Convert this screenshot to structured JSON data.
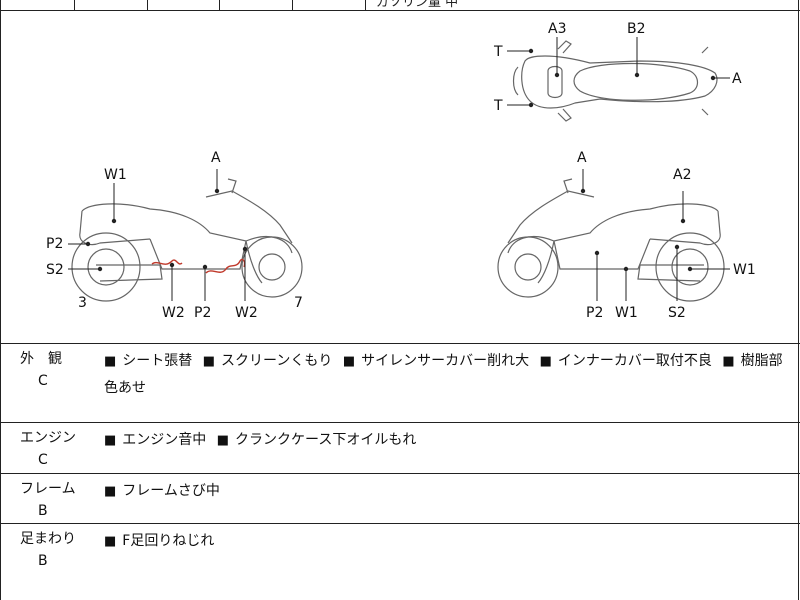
{
  "header": {
    "trailing_text": "ガソリン量 中"
  },
  "diagram": {
    "labels": {
      "top_T1": "T",
      "top_T2": "T",
      "top_A3": "A3",
      "top_B2": "B2",
      "top_A": "A",
      "left_W1": "W1",
      "left_A": "A",
      "left_P2": "P2",
      "left_S2": "S2",
      "left_3": "3",
      "left_W2a": "W2",
      "left_P2b": "P2",
      "left_W2b": "W2",
      "left_7": "7",
      "right_A": "A",
      "right_A2": "A2",
      "right_W1": "W1",
      "right_P2": "P2",
      "right_W1b": "W1",
      "right_S2": "S2"
    },
    "damage_color": "#c0392b"
  },
  "sections": [
    {
      "category": "外　観",
      "grade": "C",
      "items": [
        "シート張替",
        "スクリーンくもり",
        "サイレンサーカバー削れ大",
        "インナーカバー取付不良",
        "樹脂部色あせ"
      ]
    },
    {
      "category": "エンジン",
      "grade": "C",
      "items": [
        "エンジン音中",
        "クランクケース下オイルもれ"
      ]
    },
    {
      "category": "フレーム",
      "grade": "B",
      "items": [
        "フレームさび中"
      ]
    },
    {
      "category": "足まわり",
      "grade": "B",
      "items": [
        "F足回りねじれ"
      ]
    }
  ],
  "bullet": "■"
}
